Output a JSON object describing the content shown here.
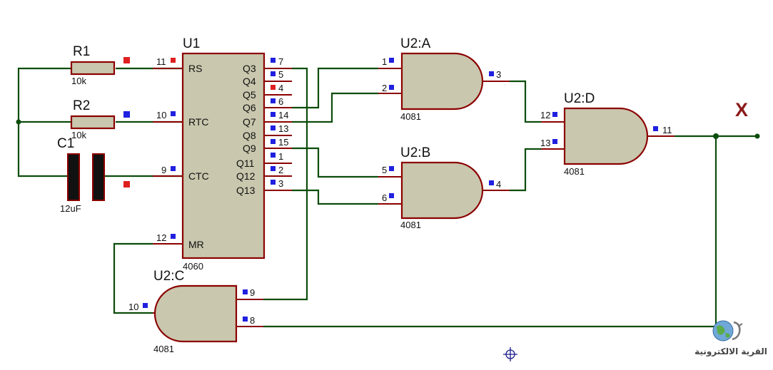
{
  "diagram": {
    "components": {
      "r1": {
        "ref": "R1",
        "value": "10k"
      },
      "r2": {
        "ref": "R2",
        "value": "10k"
      },
      "c1": {
        "ref": "C1",
        "value": "12uF"
      },
      "u1": {
        "ref": "U1",
        "part": "4060",
        "left_pins": [
          {
            "num": "11",
            "name": "RS"
          },
          {
            "num": "10",
            "name": "RTC"
          },
          {
            "num": "9",
            "name": "CTC"
          },
          {
            "num": "12",
            "name": "MR"
          }
        ],
        "right_pins": [
          {
            "num": "7",
            "name": "Q3"
          },
          {
            "num": "5",
            "name": "Q4"
          },
          {
            "num": "4",
            "name": "Q5"
          },
          {
            "num": "6",
            "name": "Q6"
          },
          {
            "num": "14",
            "name": "Q7"
          },
          {
            "num": "13",
            "name": "Q8"
          },
          {
            "num": "15",
            "name": "Q9"
          },
          {
            "num": "1",
            "name": "Q11"
          },
          {
            "num": "2",
            "name": "Q12"
          },
          {
            "num": "3",
            "name": "Q13"
          }
        ]
      },
      "u2a": {
        "ref": "U2:A",
        "part": "4081",
        "pins": [
          "1",
          "2",
          "3"
        ]
      },
      "u2b": {
        "ref": "U2:B",
        "part": "4081",
        "pins": [
          "5",
          "6",
          "4"
        ]
      },
      "u2c": {
        "ref": "U2:C",
        "part": "4081",
        "pins": [
          "10",
          "9",
          "8"
        ]
      },
      "u2d": {
        "ref": "U2:D",
        "part": "4081",
        "pins": [
          "12",
          "13",
          "11"
        ]
      }
    },
    "output_label": "X",
    "colors": {
      "wire": "#0b4d0b",
      "outline": "#8b0000",
      "body": "#c9c7ad",
      "pin_marker_blue": "#2020e0",
      "pin_marker_red": "#e02020",
      "output_label": "#8b1a1a"
    }
  },
  "watermark": {
    "text": "القرية الالكترونية",
    "icon": "globe-icon"
  }
}
